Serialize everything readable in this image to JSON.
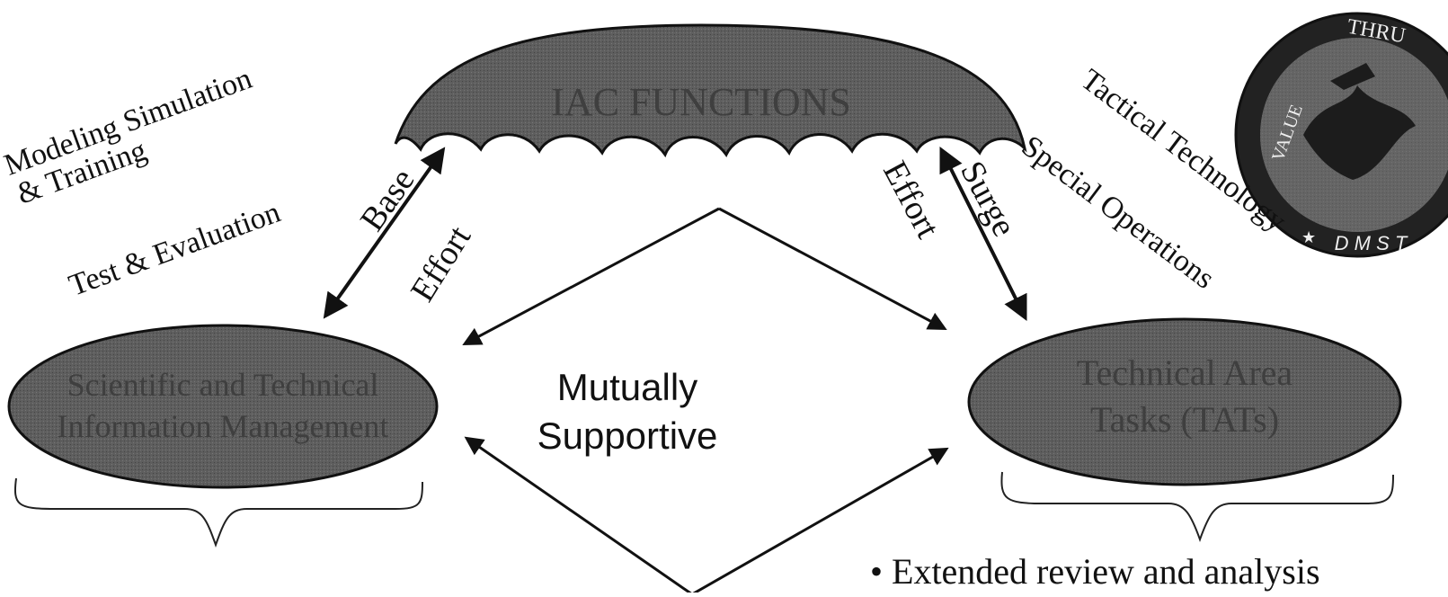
{
  "diagram": {
    "center": {
      "title": "IAC FUNCTIONS"
    },
    "nodes": {
      "left_oval_line1": "Scientific and Technical",
      "left_oval_line2": "Information Management",
      "right_oval_line1": "Technical Area",
      "right_oval_line2": "Tasks (TATs)"
    },
    "labels": {
      "base": "Base",
      "effort_left": "Effort",
      "surge": "Surge",
      "effort_right": "Effort",
      "mutually": "Mutually",
      "supportive": "Supportive"
    },
    "left_topics": [
      "Modeling Simulation",
      "& Training",
      "Test & Evaluation"
    ],
    "right_topics": [
      "Tactical Technology",
      "Special Operations"
    ],
    "bullet": "• Extended review and analysis",
    "seal": {
      "top_text": "THRU",
      "side_text": "VALUE",
      "bottom_text": "D M S T"
    }
  },
  "colors": {
    "shape_fill": "#5a5a5a",
    "shape_dark": "#2c2c2c",
    "text_on_shape": "#3f3f3f",
    "line": "#111111"
  }
}
